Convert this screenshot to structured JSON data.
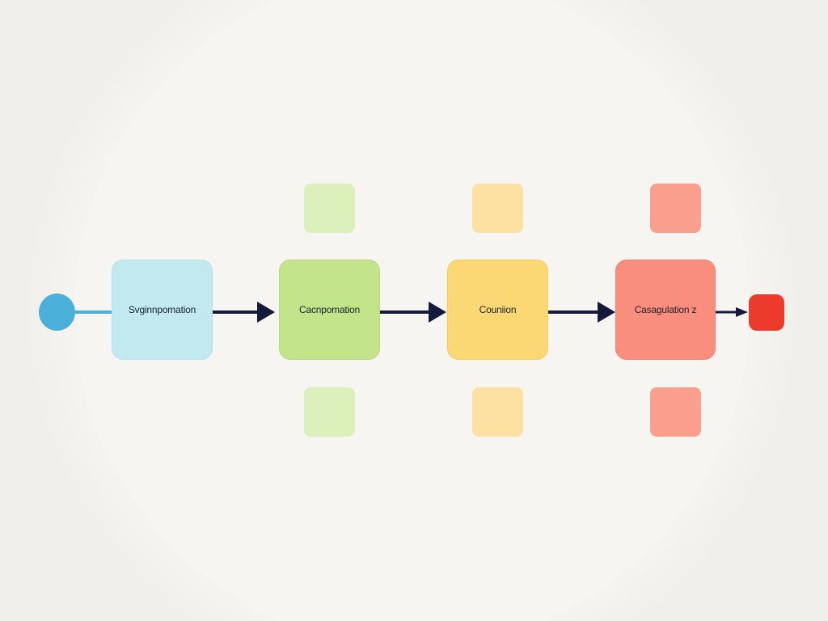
{
  "diagram": {
    "start_terminal": {
      "color": "#4ab0d9"
    },
    "end_terminal": {
      "color": "#ec3a2c"
    },
    "connector_color": "#141a3c",
    "start_link_color": "#4ab0d9",
    "steps": [
      {
        "label": "Svginnpomation",
        "fill": "#c2e9ef",
        "border": "#b5e2ea",
        "satellite_fill": null
      },
      {
        "label": "Cacnpomation",
        "fill": "#c3e48a",
        "border": "#b5dc77",
        "satellite_fill": "#dcf0bb"
      },
      {
        "label": "Couniion",
        "fill": "#fbd874",
        "border": "#f4cd5c",
        "satellite_fill": "#fde1a3"
      },
      {
        "label": "Casagulation z",
        "fill": "#f98d7e",
        "border": "#f47f6f",
        "satellite_fill": "#fa9f8e"
      }
    ]
  }
}
